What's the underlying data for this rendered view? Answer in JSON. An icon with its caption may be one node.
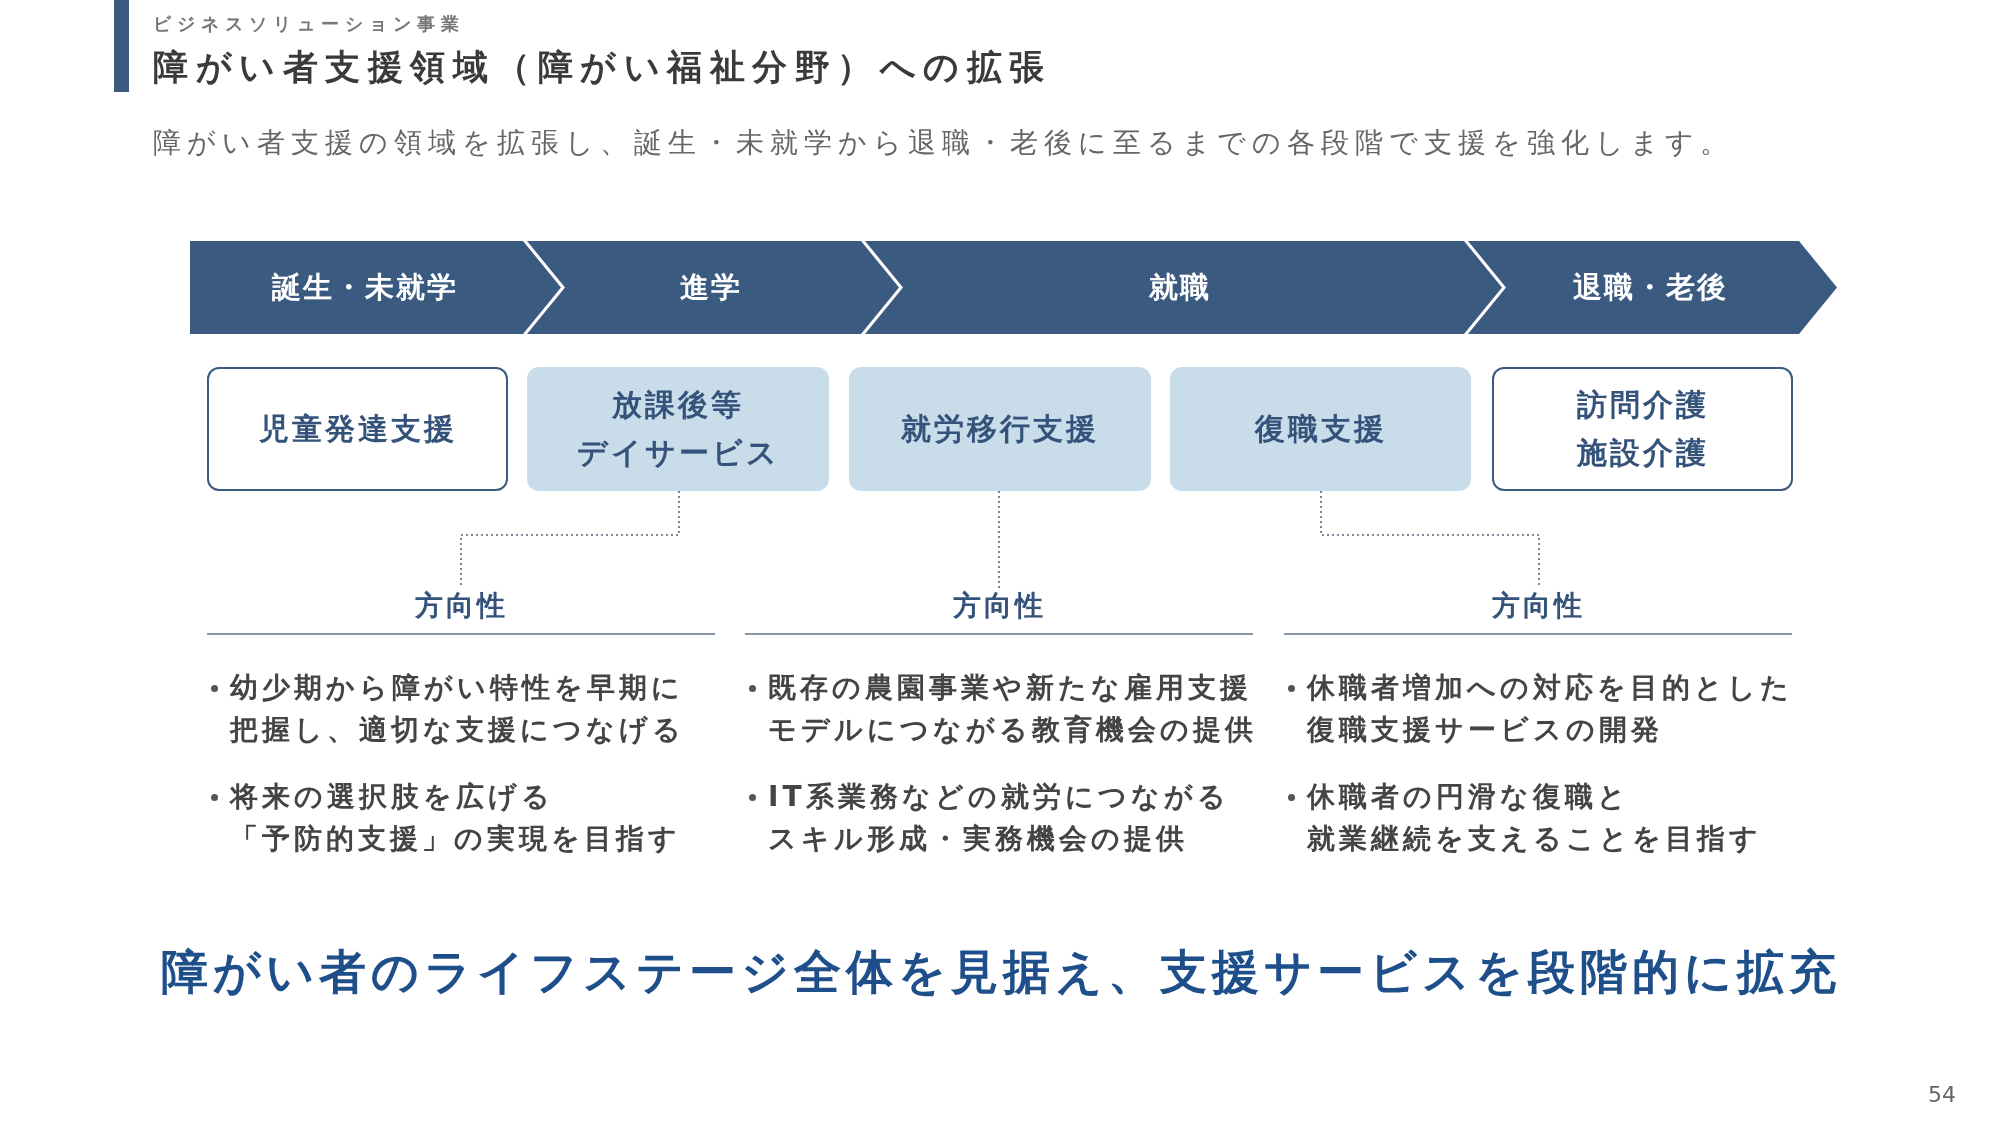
{
  "diagram": {
    "title": "障がい者支援領域（障がい福祉分野）への拡張",
    "nodes": [
      {
        "text": [
          "誕生・未就学"
        ]
      },
      {
        "text": [
          "進学"
        ]
      },
      {
        "text": [
          "就職"
        ]
      },
      {
        "text": [
          "退職・老後"
        ]
      },
      {
        "text": [
          "児童発達支援"
        ]
      },
      {
        "text": [
          "放課後等デイサービス"
        ]
      },
      {
        "text": [
          "就労移行支援"
        ]
      },
      {
        "text": [
          "復職支援"
        ]
      },
      {
        "text": [
          "訪問介護施設介護"
        ]
      },
      {
        "text": [
          "方向性"
        ]
      },
      {
        "text": [
          "方向性"
        ]
      },
      {
        "text": [
          "方向性"
        ]
      }
    ],
    "edges": [
      {
        "from": 5,
        "to": 9,
        "arrow": "none",
        "style": "dashed"
      },
      {
        "from": 6,
        "to": 10,
        "arrow": "none",
        "style": "dashed"
      },
      {
        "from": 7,
        "to": 11,
        "arrow": "none",
        "style": "dashed"
      }
    ],
    "labels": [
      "ビジネスソリューション事業",
      "障がい者支援の領域を拡張し、誕生・未就学から退職・老後に至るまでの各段階で支援を強化します。",
      "幼少期から障がい特性を早期に把握し、適切な支援につなげる",
      "将来の選択肢を広げる「予防的支援」の実現を目指す",
      "既存の農園事業や新たな雇用支援モデルにつながる教育機会の提供",
      "IT系業務などの就労につながるスキル形成・実務機会の提供",
      "休職者増加への対応を目的とした復職支援サービスの開発",
      "休職者の円滑な復職と就業継続を支えることを目指す",
      "障がい者のライフステージ全体を見据え、支援サービスを段階的に拡充",
      "54"
    ]
  }
}
